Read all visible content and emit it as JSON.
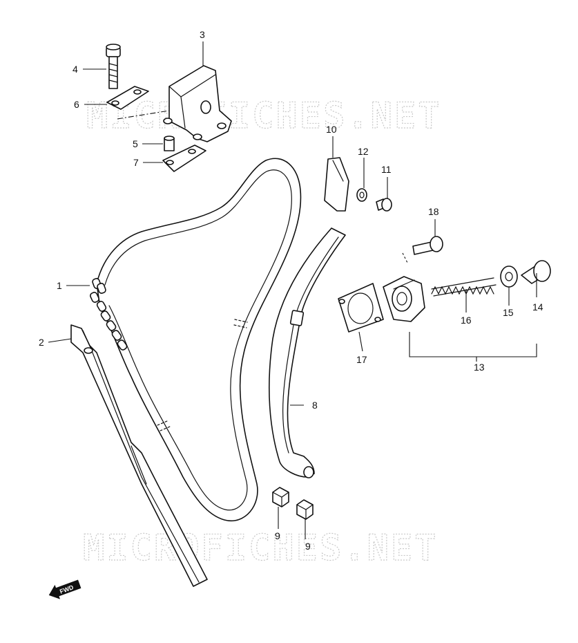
{
  "watermark": {
    "text": "MICROFICHES.NET"
  },
  "direction_badge": {
    "label": "FWD"
  },
  "callouts": [
    {
      "id": "1",
      "label": "1"
    },
    {
      "id": "2",
      "label": "2"
    },
    {
      "id": "3",
      "label": "3"
    },
    {
      "id": "4",
      "label": "4"
    },
    {
      "id": "5",
      "label": "5"
    },
    {
      "id": "6",
      "label": "6"
    },
    {
      "id": "7",
      "label": "7"
    },
    {
      "id": "8",
      "label": "8"
    },
    {
      "id": "9a",
      "label": "9"
    },
    {
      "id": "9b",
      "label": "9"
    },
    {
      "id": "10",
      "label": "10"
    },
    {
      "id": "11",
      "label": "11"
    },
    {
      "id": "12",
      "label": "12"
    },
    {
      "id": "13",
      "label": "13"
    },
    {
      "id": "14",
      "label": "14"
    },
    {
      "id": "15",
      "label": "15"
    },
    {
      "id": "16",
      "label": "16"
    },
    {
      "id": "17",
      "label": "17"
    },
    {
      "id": "18",
      "label": "18"
    }
  ]
}
